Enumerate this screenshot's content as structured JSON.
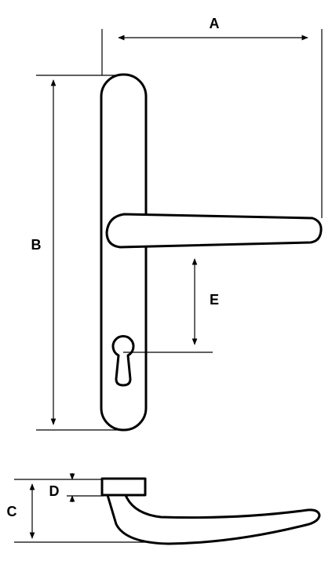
{
  "diagram": {
    "labels": {
      "a": "A",
      "b": "B",
      "c": "C",
      "d": "D",
      "e": "E"
    },
    "colors": {
      "line": "#000000",
      "background": "#ffffff"
    }
  }
}
